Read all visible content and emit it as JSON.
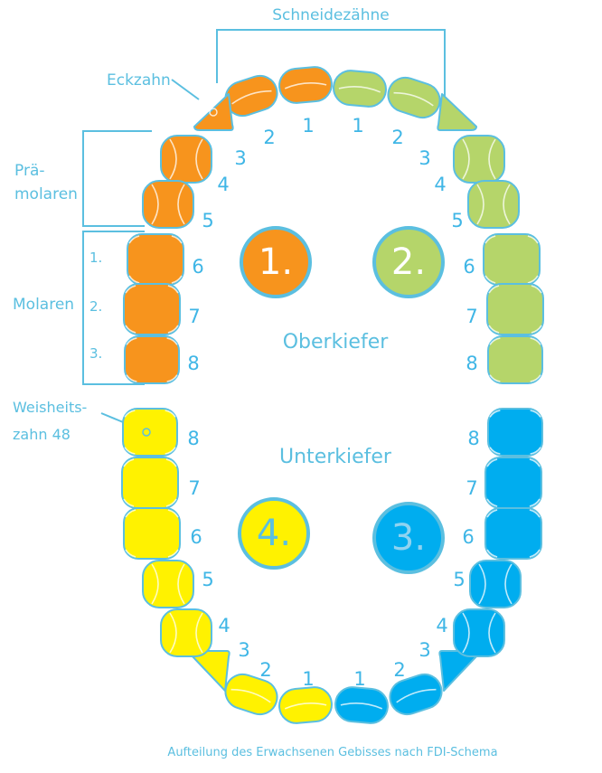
{
  "labels": {
    "schneidezaehne": "Schneidezähne",
    "eckzahn": "Eckzahn",
    "praemolaren_1": "Prä-",
    "praemolaren_2": "molaren",
    "molaren": "Molaren",
    "weisheitszahn_1": "Weisheits-",
    "weisheitszahn_2": "zahn 48",
    "oberkiefer": "Oberkiefer",
    "unterkiefer": "Unterkiefer",
    "caption": "Aufteilung des Erwachsenen Gebisses nach FDI-Schema"
  },
  "molar_order": [
    "1.",
    "2.",
    "3."
  ],
  "quadrants": [
    {
      "id": "q1",
      "label": "1.",
      "fill": "#f7941d",
      "outline": "#5bbfe0",
      "text": "#ffffff"
    },
    {
      "id": "q2",
      "label": "2.",
      "fill": "#b5d56a",
      "outline": "#5bbfe0",
      "text": "#ffffff"
    },
    {
      "id": "q3",
      "label": "3.",
      "fill": "#00adef",
      "outline": "#5bbfe0",
      "text": "#8fd3f0"
    },
    {
      "id": "q4",
      "label": "4.",
      "fill": "#fff200",
      "outline": "#5bbfe0",
      "text": "#5bbfe0"
    }
  ],
  "teeth": {
    "upper_right": [
      {
        "num": "1",
        "type": "incisor"
      },
      {
        "num": "2",
        "type": "incisor"
      },
      {
        "num": "3",
        "type": "canine"
      },
      {
        "num": "4",
        "type": "premolar"
      },
      {
        "num": "5",
        "type": "premolar"
      },
      {
        "num": "6",
        "type": "molar"
      },
      {
        "num": "7",
        "type": "molar"
      },
      {
        "num": "8",
        "type": "molar"
      }
    ],
    "upper_left": [
      {
        "num": "1",
        "type": "incisor"
      },
      {
        "num": "2",
        "type": "incisor"
      },
      {
        "num": "3",
        "type": "canine"
      },
      {
        "num": "4",
        "type": "premolar"
      },
      {
        "num": "5",
        "type": "premolar"
      },
      {
        "num": "6",
        "type": "molar"
      },
      {
        "num": "7",
        "type": "molar"
      },
      {
        "num": "8",
        "type": "molar"
      }
    ],
    "lower_left": [
      {
        "num": "1",
        "type": "incisor"
      },
      {
        "num": "2",
        "type": "incisor"
      },
      {
        "num": "3",
        "type": "canine"
      },
      {
        "num": "4",
        "type": "premolar"
      },
      {
        "num": "5",
        "type": "premolar"
      },
      {
        "num": "6",
        "type": "molar"
      },
      {
        "num": "7",
        "type": "molar"
      },
      {
        "num": "8",
        "type": "molar"
      }
    ],
    "lower_right": [
      {
        "num": "1",
        "type": "incisor"
      },
      {
        "num": "2",
        "type": "incisor"
      },
      {
        "num": "3",
        "type": "canine"
      },
      {
        "num": "4",
        "type": "premolar"
      },
      {
        "num": "5",
        "type": "premolar"
      },
      {
        "num": "6",
        "type": "molar"
      },
      {
        "num": "7",
        "type": "molar"
      },
      {
        "num": "8",
        "type": "molar"
      }
    ]
  }
}
